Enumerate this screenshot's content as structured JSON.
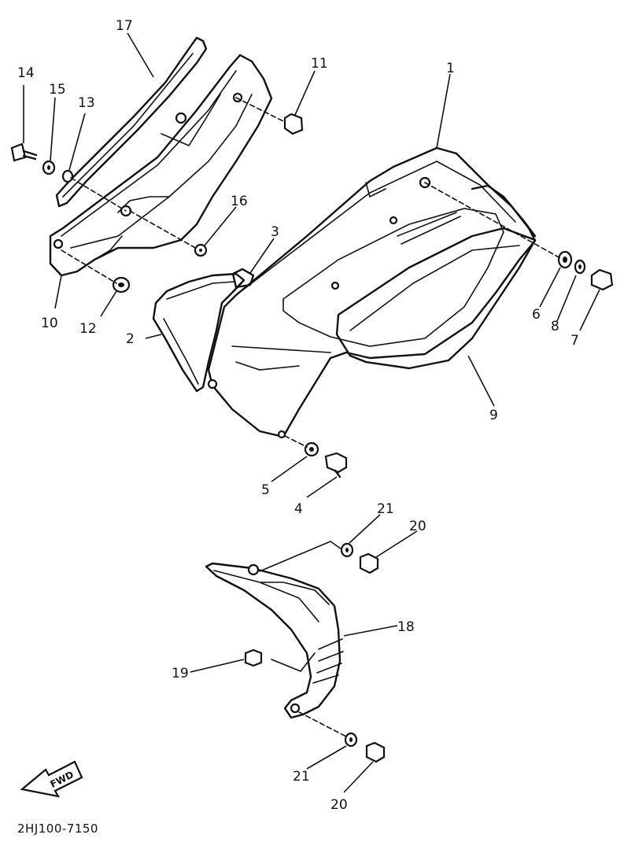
{
  "diagram_code": "2HJ100-7150",
  "fwd_label": "FWD",
  "callouts": [
    {
      "id": "c1",
      "text": "1"
    },
    {
      "id": "c2",
      "text": "2"
    },
    {
      "id": "c3",
      "text": "3"
    },
    {
      "id": "c4",
      "text": "4"
    },
    {
      "id": "c5",
      "text": "5"
    },
    {
      "id": "c6",
      "text": "6"
    },
    {
      "id": "c7",
      "text": "7"
    },
    {
      "id": "c8",
      "text": "8"
    },
    {
      "id": "c9",
      "text": "9"
    },
    {
      "id": "c10",
      "text": "10"
    },
    {
      "id": "c11",
      "text": "11"
    },
    {
      "id": "c12",
      "text": "12"
    },
    {
      "id": "c13",
      "text": "13"
    },
    {
      "id": "c14",
      "text": "14"
    },
    {
      "id": "c15",
      "text": "15"
    },
    {
      "id": "c16",
      "text": "16"
    },
    {
      "id": "c17",
      "text": "17"
    },
    {
      "id": "c18",
      "text": "18"
    },
    {
      "id": "c19",
      "text": "19"
    },
    {
      "id": "c20a",
      "text": "20"
    },
    {
      "id": "c21a",
      "text": "21"
    },
    {
      "id": "c20b",
      "text": "20"
    },
    {
      "id": "c21b",
      "text": "21"
    }
  ]
}
